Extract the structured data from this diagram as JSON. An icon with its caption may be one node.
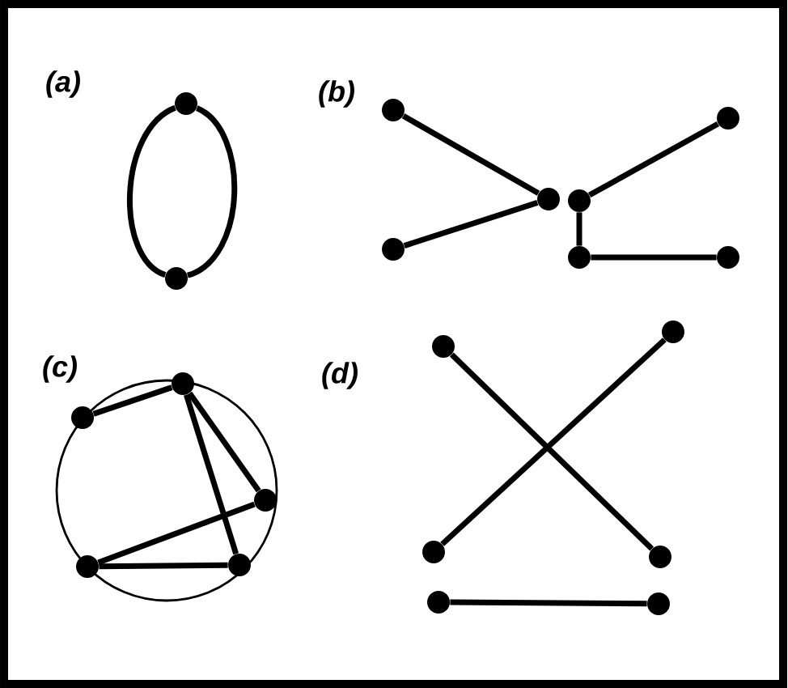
{
  "diagram": {
    "nodes": [
      {
        "text": [],
        "shape": "circle"
      },
      {
        "text": [],
        "shape": "circle"
      },
      {
        "text": [],
        "shape": "circle"
      },
      {
        "text": [],
        "shape": "circle"
      },
      {
        "text": [],
        "shape": "circle"
      },
      {
        "text": [],
        "shape": "circle"
      },
      {
        "text": [],
        "shape": "circle"
      },
      {
        "text": [],
        "shape": "circle"
      },
      {
        "text": [],
        "shape": "circle"
      },
      {
        "text": [],
        "shape": "circle"
      },
      {
        "text": [],
        "shape": "circle"
      },
      {
        "text": [],
        "shape": "circle"
      },
      {
        "text": [],
        "shape": "circle"
      },
      {
        "text": [],
        "shape": "circle"
      },
      {
        "text": [],
        "shape": "circle"
      },
      {
        "text": [],
        "shape": "circle"
      },
      {
        "text": [],
        "shape": "circle"
      },
      {
        "text": [],
        "shape": "circle"
      },
      {
        "text": [],
        "shape": "circle"
      },
      {
        "text": [],
        "shape": "circle"
      }
    ],
    "edges": [
      {
        "from": 0,
        "to": 1,
        "arrow": "none"
      },
      {
        "from": 0,
        "to": 1,
        "arrow": "none"
      },
      {
        "from": 2,
        "to": 4,
        "arrow": "none"
      },
      {
        "from": 3,
        "to": 4,
        "arrow": "none"
      },
      {
        "from": 5,
        "to": 6,
        "arrow": "none"
      },
      {
        "from": 5,
        "to": 7,
        "arrow": "none"
      },
      {
        "from": 7,
        "to": 8,
        "arrow": "none"
      },
      {
        "from": 10,
        "to": 9,
        "arrow": "none"
      },
      {
        "from": 9,
        "to": 11,
        "arrow": "none"
      },
      {
        "from": 9,
        "to": 12,
        "arrow": "none"
      },
      {
        "from": 11,
        "to": 13,
        "arrow": "none"
      },
      {
        "from": 13,
        "to": 12,
        "arrow": "none"
      },
      {
        "from": 14,
        "to": 17,
        "arrow": "none"
      },
      {
        "from": 15,
        "to": 16,
        "arrow": "none"
      },
      {
        "from": 18,
        "to": 19,
        "arrow": "none"
      }
    ],
    "labels": [
      "(a)",
      "(b)",
      "(c)",
      "(d)"
    ]
  }
}
